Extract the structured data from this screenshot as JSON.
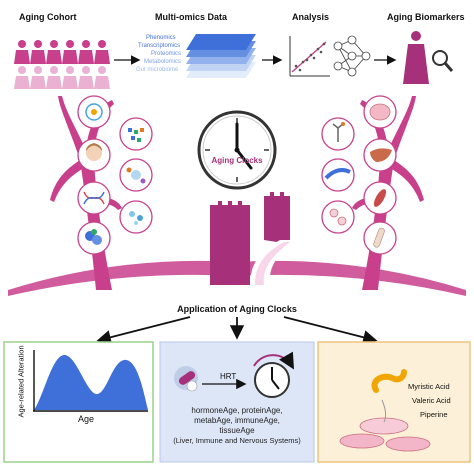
{
  "header": {
    "cohort": "Aging Cohort",
    "multiomics": "Multi-omics Data",
    "analysis": "Analysis",
    "biomarkers": "Aging Biomarkers"
  },
  "omics_layers": [
    "Phenomics",
    "Transcriptomics",
    "Proteomics",
    "Metabolomics",
    "Gut microbiome"
  ],
  "clock": {
    "label": "Aging Clocks"
  },
  "application": {
    "title": "Application of Aging Clocks"
  },
  "panel1": {
    "xlabel": "Age",
    "ylabel": "Age-related Alteration"
  },
  "panel2": {
    "hrt": "HRT",
    "clocks_line1": "hormoneAge, proteinAge,",
    "clocks_line2": "metabAge, immuneAge,",
    "clocks_line3": "tissueAge",
    "clocks_line4": "(Liver, Immune and Nervous Systems)"
  },
  "panel3": {
    "compounds": [
      "Myristic Acid",
      "Valeric Acid",
      "Piperine"
    ]
  },
  "colors": {
    "magenta": "#a7307a",
    "pink": "#e58fc0",
    "blue": "#3f6fd8",
    "panel1_border": "#9ad08a",
    "panel2_bg": "#dde6f7",
    "panel3_border": "#f1c27d"
  }
}
